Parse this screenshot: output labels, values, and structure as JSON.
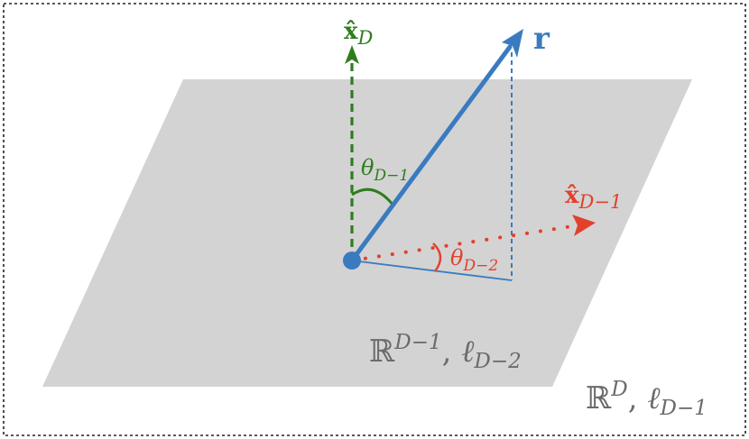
{
  "colors": {
    "plane": "#d3d3d3",
    "vector_r": "#3a7bbf",
    "axis_xD": "#2e7d1e",
    "axis_xD1": "#e2412c",
    "space_label": "#6b6b6b",
    "frame": "#222222"
  },
  "labels": {
    "r": "r",
    "xD_hat": "x̂",
    "xD_sub": "D",
    "xD1_hat": "x̂",
    "xD1_sub": "D−1",
    "theta_D1_sym": "θ",
    "theta_D1_sub": "D−1",
    "theta_D2_sym": "θ",
    "theta_D2_sub": "D−2",
    "inner_space_R": "ℝ",
    "inner_space_R_sup": "D−1",
    "inner_space_sep": ", ",
    "inner_space_ell": "ℓ",
    "inner_space_ell_sub": "D−2",
    "outer_space_R": "ℝ",
    "outer_space_R_sup": "D",
    "outer_space_sep": ", ",
    "outer_space_ell": "ℓ",
    "outer_space_ell_sub": "D−1"
  }
}
